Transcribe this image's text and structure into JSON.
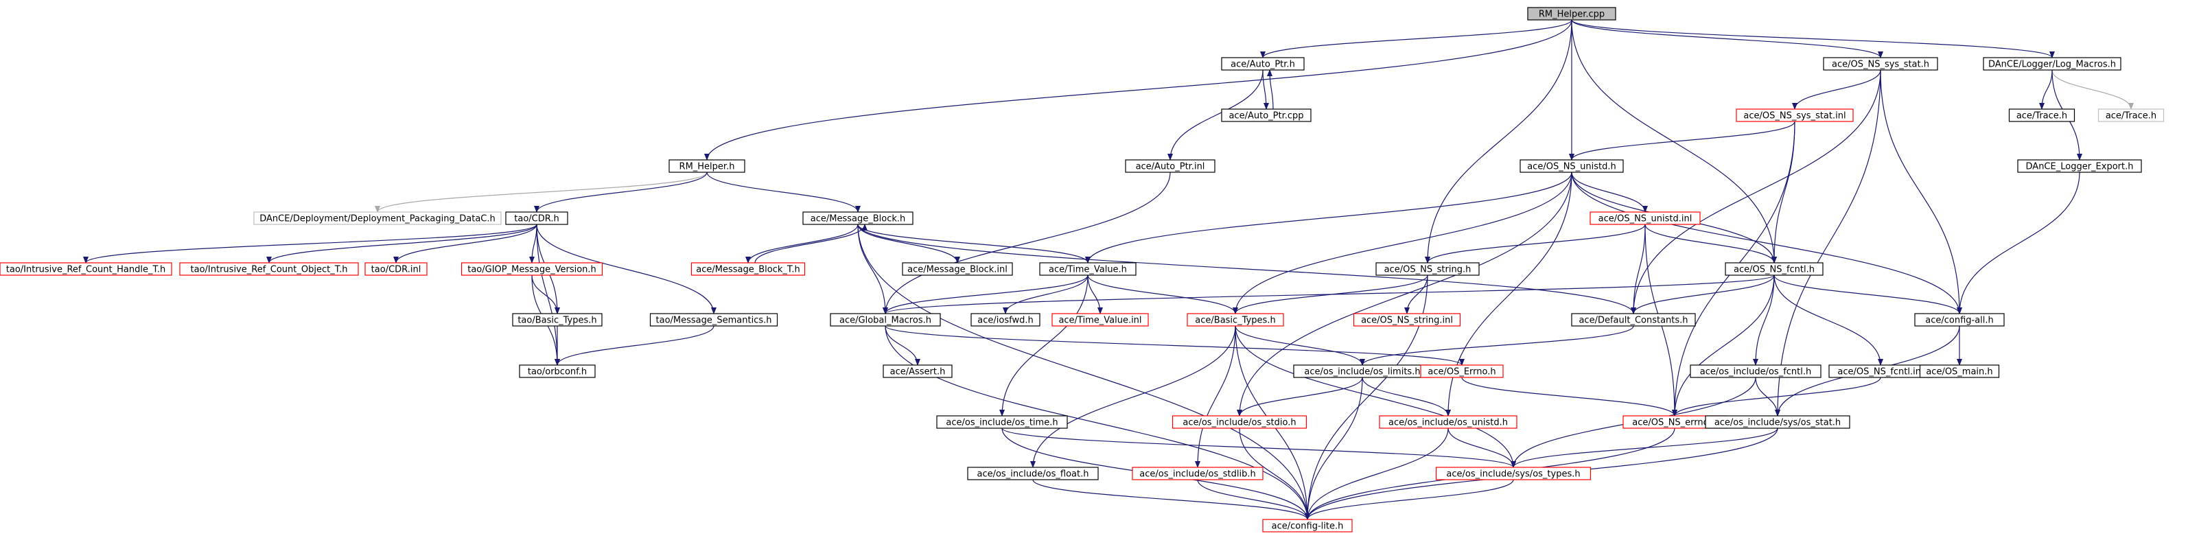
{
  "nodes": [
    {
      "id": "rm_helper_cpp",
      "label": "RM_Helper.cpp",
      "style": "root"
    },
    {
      "id": "ace_auto_ptr_h",
      "label": "ace/Auto_Ptr.h",
      "style": "black"
    },
    {
      "id": "ace_os_ns_sys_stat_h",
      "label": "ace/OS_NS_sys_stat.h",
      "style": "black"
    },
    {
      "id": "dance_log_macros_h",
      "label": "DAnCE/Logger/Log_Macros.h",
      "style": "black"
    },
    {
      "id": "ace_auto_ptr_cpp",
      "label": "ace/Auto_Ptr.cpp",
      "style": "black"
    },
    {
      "id": "ace_os_ns_sys_stat_inl",
      "label": "ace/OS_NS_sys_stat.inl",
      "style": "red"
    },
    {
      "id": "ace_trace_h",
      "label": "ace/Trace.h",
      "style": "black"
    },
    {
      "id": "ace_trace_h_gray",
      "label": "ace/Trace.h",
      "style": "gray"
    },
    {
      "id": "rm_helper_h",
      "label": "RM_Helper.h",
      "style": "black"
    },
    {
      "id": "ace_auto_ptr_inl",
      "label": "ace/Auto_Ptr.inl",
      "style": "black"
    },
    {
      "id": "ace_os_ns_unistd_h",
      "label": "ace/OS_NS_unistd.h",
      "style": "black"
    },
    {
      "id": "dance_logger_export_h",
      "label": "DAnCE_Logger_Export.h",
      "style": "black"
    },
    {
      "id": "dance_deployment_packaging",
      "label": "DAnCE/Deployment/Deployment_Packaging_DataC.h",
      "style": "gray"
    },
    {
      "id": "tao_cdr_h",
      "label": "tao/CDR.h",
      "style": "black"
    },
    {
      "id": "ace_message_block_h",
      "label": "ace/Message_Block.h",
      "style": "black"
    },
    {
      "id": "ace_os_ns_unistd_inl",
      "label": "ace/OS_NS_unistd.inl",
      "style": "red"
    },
    {
      "id": "tao_intrusive_handle",
      "label": "tao/Intrusive_Ref_Count_Handle_T.h",
      "style": "red"
    },
    {
      "id": "tao_intrusive_object",
      "label": "tao/Intrusive_Ref_Count_Object_T.h",
      "style": "red"
    },
    {
      "id": "tao_cdr_inl",
      "label": "tao/CDR.inl",
      "style": "red"
    },
    {
      "id": "tao_giop_message_version",
      "label": "tao/GIOP_Message_Version.h",
      "style": "red"
    },
    {
      "id": "ace_message_block_t_h",
      "label": "ace/Message_Block_T.h",
      "style": "red"
    },
    {
      "id": "ace_message_block_inl",
      "label": "ace/Message_Block.inl",
      "style": "black"
    },
    {
      "id": "ace_time_value_h",
      "label": "ace/Time_Value.h",
      "style": "black"
    },
    {
      "id": "ace_os_ns_string_h",
      "label": "ace/OS_NS_string.h",
      "style": "black"
    },
    {
      "id": "ace_os_ns_fcntl_h",
      "label": "ace/OS_NS_fcntl.h",
      "style": "black"
    },
    {
      "id": "tao_basic_types_h",
      "label": "tao/Basic_Types.h",
      "style": "black"
    },
    {
      "id": "tao_message_semantics_h",
      "label": "tao/Message_Semantics.h",
      "style": "black"
    },
    {
      "id": "ace_global_macros_h",
      "label": "ace/Global_Macros.h",
      "style": "black"
    },
    {
      "id": "ace_iosfwd_h",
      "label": "ace/iosfwd.h",
      "style": "black"
    },
    {
      "id": "ace_time_value_inl",
      "label": "ace/Time_Value.inl",
      "style": "red"
    },
    {
      "id": "ace_basic_types_h",
      "label": "ace/Basic_Types.h",
      "style": "red"
    },
    {
      "id": "ace_os_ns_string_inl",
      "label": "ace/OS_NS_string.inl",
      "style": "red"
    },
    {
      "id": "ace_default_constants_h",
      "label": "ace/Default_Constants.h",
      "style": "black"
    },
    {
      "id": "ace_config_all_h",
      "label": "ace/config-all.h",
      "style": "black"
    },
    {
      "id": "tao_orbconf_h",
      "label": "tao/orbconf.h",
      "style": "black"
    },
    {
      "id": "ace_assert_h",
      "label": "ace/Assert.h",
      "style": "black"
    },
    {
      "id": "ace_os_include_os_limits_h",
      "label": "ace/os_include/os_limits.h",
      "style": "black"
    },
    {
      "id": "ace_os_errno_h",
      "label": "ace/OS_Errno.h",
      "style": "red"
    },
    {
      "id": "ace_os_include_os_fcntl_h",
      "label": "ace/os_include/os_fcntl.h",
      "style": "black"
    },
    {
      "id": "ace_os_ns_fcntl_inl",
      "label": "ace/OS_NS_fcntl.inl",
      "style": "black"
    },
    {
      "id": "ace_os_main_h",
      "label": "ace/OS_main.h",
      "style": "black"
    },
    {
      "id": "ace_os_include_os_time_h",
      "label": "ace/os_include/os_time.h",
      "style": "black"
    },
    {
      "id": "ace_os_include_os_stdio_h",
      "label": "ace/os_include/os_stdio.h",
      "style": "red"
    },
    {
      "id": "ace_os_include_os_unistd_h",
      "label": "ace/os_include/os_unistd.h",
      "style": "red"
    },
    {
      "id": "ace_os_ns_errno_h",
      "label": "ace/OS_NS_errno.h",
      "style": "red"
    },
    {
      "id": "ace_os_include_sys_os_stat_h",
      "label": "ace/os_include/sys/os_stat.h",
      "style": "black"
    },
    {
      "id": "ace_os_include_os_float_h",
      "label": "ace/os_include/os_float.h",
      "style": "black"
    },
    {
      "id": "ace_os_include_os_stdlib_h",
      "label": "ace/os_include/os_stdlib.h",
      "style": "red"
    },
    {
      "id": "ace_os_include_sys_os_types_h",
      "label": "ace/os_include/sys/os_types.h",
      "style": "red"
    },
    {
      "id": "ace_config_lite_h",
      "label": "ace/config-lite.h",
      "style": "red"
    }
  ],
  "edges": [
    [
      "rm_helper_cpp",
      "ace_auto_ptr_h"
    ],
    [
      "rm_helper_cpp",
      "ace_os_ns_sys_stat_h"
    ],
    [
      "rm_helper_cpp",
      "dance_log_macros_h"
    ],
    [
      "rm_helper_cpp",
      "rm_helper_h"
    ],
    [
      "rm_helper_cpp",
      "ace_os_ns_unistd_h"
    ],
    [
      "rm_helper_cpp",
      "ace_os_ns_string_h"
    ],
    [
      "rm_helper_cpp",
      "ace_os_ns_fcntl_h"
    ],
    [
      "ace_auto_ptr_h",
      "ace_auto_ptr_cpp"
    ],
    [
      "ace_auto_ptr_cpp",
      "ace_auto_ptr_h"
    ],
    [
      "ace_auto_ptr_h",
      "ace_auto_ptr_inl"
    ],
    [
      "ace_auto_ptr_inl",
      "ace_global_macros_h"
    ],
    [
      "ace_os_ns_sys_stat_h",
      "ace_os_ns_sys_stat_inl"
    ],
    [
      "ace_os_ns_sys_stat_h",
      "ace_default_constants_h"
    ],
    [
      "ace_os_ns_sys_stat_h",
      "ace_config_all_h"
    ],
    [
      "ace_os_ns_sys_stat_h",
      "ace_os_include_sys_os_stat_h"
    ],
    [
      "ace_os_ns_sys_stat_inl",
      "ace_os_ns_unistd_h"
    ],
    [
      "ace_os_ns_sys_stat_inl",
      "ace_os_ns_fcntl_h"
    ],
    [
      "ace_os_ns_sys_stat_inl",
      "ace_os_ns_errno_h"
    ],
    [
      "dance_log_macros_h",
      "ace_trace_h"
    ],
    [
      "dance_log_macros_h",
      "ace_trace_h_gray"
    ],
    [
      "dance_log_macros_h",
      "dance_logger_export_h"
    ],
    [
      "dance_logger_export_h",
      "ace_config_all_h"
    ],
    [
      "rm_helper_h",
      "dance_deployment_packaging"
    ],
    [
      "rm_helper_h",
      "tao_cdr_h"
    ],
    [
      "rm_helper_h",
      "ace_message_block_h"
    ],
    [
      "tao_cdr_h",
      "tao_intrusive_handle"
    ],
    [
      "tao_cdr_h",
      "tao_intrusive_object"
    ],
    [
      "tao_cdr_h",
      "tao_cdr_inl"
    ],
    [
      "tao_cdr_h",
      "tao_giop_message_version"
    ],
    [
      "tao_cdr_h",
      "tao_basic_types_h"
    ],
    [
      "tao_cdr_h",
      "tao_message_semantics_h"
    ],
    [
      "tao_cdr_h",
      "tao_orbconf_h"
    ],
    [
      "tao_giop_message_version",
      "tao_basic_types_h"
    ],
    [
      "tao_giop_message_version",
      "tao_orbconf_h"
    ],
    [
      "tao_basic_types_h",
      "tao_orbconf_h"
    ],
    [
      "tao_message_semantics_h",
      "tao_orbconf_h"
    ],
    [
      "ace_message_block_h",
      "ace_message_block_t_h"
    ],
    [
      "ace_message_block_t_h",
      "ace_message_block_h"
    ],
    [
      "ace_message_block_h",
      "ace_message_block_inl"
    ],
    [
      "ace_message_block_h",
      "ace_time_value_h"
    ],
    [
      "ace_message_block_h",
      "ace_global_macros_h"
    ],
    [
      "ace_message_block_h",
      "ace_default_constants_h"
    ],
    [
      "ace_message_block_h",
      "ace_config_lite_h"
    ],
    [
      "ace_os_ns_unistd_h",
      "ace_os_ns_unistd_inl"
    ],
    [
      "ace_os_ns_unistd_h",
      "ace_time_value_h"
    ],
    [
      "ace_os_ns_unistd_h",
      "ace_basic_types_h"
    ],
    [
      "ace_os_ns_unistd_h",
      "ace_os_include_os_unistd_h"
    ],
    [
      "ace_os_ns_unistd_h",
      "ace_os_include_os_stdio_h"
    ],
    [
      "ace_os_ns_unistd_h",
      "ace_config_all_h"
    ],
    [
      "ace_os_ns_unistd_h",
      "ace_os_ns_fcntl_h"
    ],
    [
      "ace_os_ns_unistd_inl",
      "ace_os_ns_string_h"
    ],
    [
      "ace_os_ns_unistd_inl",
      "ace_os_ns_fcntl_h"
    ],
    [
      "ace_os_ns_unistd_inl",
      "ace_default_constants_h"
    ],
    [
      "ace_os_ns_unistd_inl",
      "ace_os_ns_errno_h"
    ],
    [
      "ace_time_value_h",
      "ace_iosfwd_h"
    ],
    [
      "ace_time_value_h",
      "ace_time_value_inl"
    ],
    [
      "ace_time_value_h",
      "ace_basic_types_h"
    ],
    [
      "ace_time_value_h",
      "ace_global_macros_h"
    ],
    [
      "ace_time_value_h",
      "ace_os_include_os_time_h"
    ],
    [
      "ace_os_ns_string_h",
      "ace_os_ns_string_inl"
    ],
    [
      "ace_os_ns_string_h",
      "ace_basic_types_h"
    ],
    [
      "ace_os_ns_string_h",
      "ace_config_lite_h"
    ],
    [
      "ace_os_ns_fcntl_h",
      "ace_global_macros_h"
    ],
    [
      "ace_os_ns_fcntl_h",
      "ace_default_constants_h"
    ],
    [
      "ace_os_ns_fcntl_h",
      "ace_config_all_h"
    ],
    [
      "ace_os_ns_fcntl_h",
      "ace_os_include_os_fcntl_h"
    ],
    [
      "ace_os_ns_fcntl_h",
      "ace_os_ns_fcntl_inl"
    ],
    [
      "ace_os_ns_fcntl_h",
      "ace_os_ns_errno_h"
    ],
    [
      "ace_os_ns_fcntl_inl",
      "ace_os_ns_errno_h"
    ],
    [
      "ace_global_macros_h",
      "ace_assert_h"
    ],
    [
      "ace_global_macros_h",
      "ace_os_errno_h"
    ],
    [
      "ace_global_macros_h",
      "ace_config_lite_h"
    ],
    [
      "ace_basic_types_h",
      "ace_os_include_os_limits_h"
    ],
    [
      "ace_basic_types_h",
      "ace_os_include_os_float_h"
    ],
    [
      "ace_basic_types_h",
      "ace_os_include_os_stdlib_h"
    ],
    [
      "ace_basic_types_h",
      "ace_os_include_sys_os_types_h"
    ],
    [
      "ace_basic_types_h",
      "ace_config_lite_h"
    ],
    [
      "ace_default_constants_h",
      "ace_os_include_os_limits_h"
    ],
    [
      "ace_config_all_h",
      "ace_os_main_h"
    ],
    [
      "ace_config_all_h",
      "ace_os_include_sys_os_stat_h"
    ],
    [
      "ace_os_include_os_limits_h",
      "ace_os_include_os_stdio_h"
    ],
    [
      "ace_os_include_os_limits_h",
      "ace_os_include_os_unistd_h"
    ],
    [
      "ace_os_include_os_limits_h",
      "ace_config_lite_h"
    ],
    [
      "ace_os_errno_h",
      "ace_os_ns_errno_h"
    ],
    [
      "ace_os_include_os_fcntl_h",
      "ace_os_include_sys_os_stat_h"
    ],
    [
      "ace_os_include_os_fcntl_h",
      "ace_os_include_sys_os_types_h"
    ],
    [
      "ace_os_include_os_time_h",
      "ace_os_include_sys_os_types_h"
    ],
    [
      "ace_os_include_os_time_h",
      "ace_config_lite_h"
    ],
    [
      "ace_os_include_os_stdio_h",
      "ace_config_lite_h"
    ],
    [
      "ace_os_include_os_unistd_h",
      "ace_os_include_sys_os_types_h"
    ],
    [
      "ace_os_include_os_unistd_h",
      "ace_config_lite_h"
    ],
    [
      "ace_os_ns_errno_h",
      "ace_config_lite_h"
    ],
    [
      "ace_os_include_sys_os_stat_h",
      "ace_os_include_sys_os_types_h"
    ],
    [
      "ace_os_include_sys_os_stat_h",
      "ace_config_lite_h"
    ],
    [
      "ace_os_include_os_float_h",
      "ace_config_lite_h"
    ],
    [
      "ace_os_include_os_stdlib_h",
      "ace_config_lite_h"
    ],
    [
      "ace_os_include_sys_os_types_h",
      "ace_config_lite_h"
    ]
  ]
}
